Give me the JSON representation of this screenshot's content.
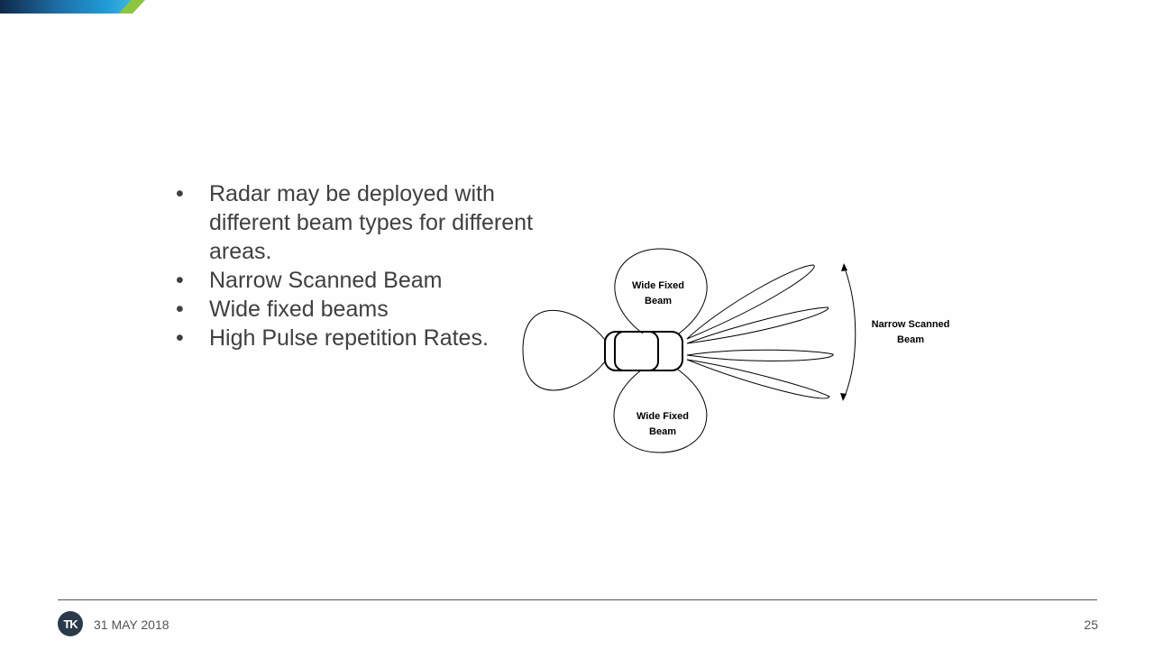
{
  "colors": {
    "bar_dark": "#0f2a4a",
    "bar_blue": "#1f9ad6",
    "bar_green": "#8cc63f",
    "text": "#404040",
    "footer_text": "#555555"
  },
  "bullets": [
    "Radar may be deployed with different beam types for different areas.",
    "Narrow Scanned Beam",
    "Wide fixed beams",
    "High Pulse repetition Rates."
  ],
  "bullet_glyph": "•",
  "diagram": {
    "top_beam_label": [
      "Wide Fixed",
      "Beam"
    ],
    "bottom_beam_label": [
      "Wide Fixed",
      "Beam"
    ],
    "scanned_label": [
      "Narrow Scanned",
      "Beam"
    ]
  },
  "footer": {
    "logo_text": "TK",
    "date": "31 MAY  2018",
    "page_number": "25"
  }
}
